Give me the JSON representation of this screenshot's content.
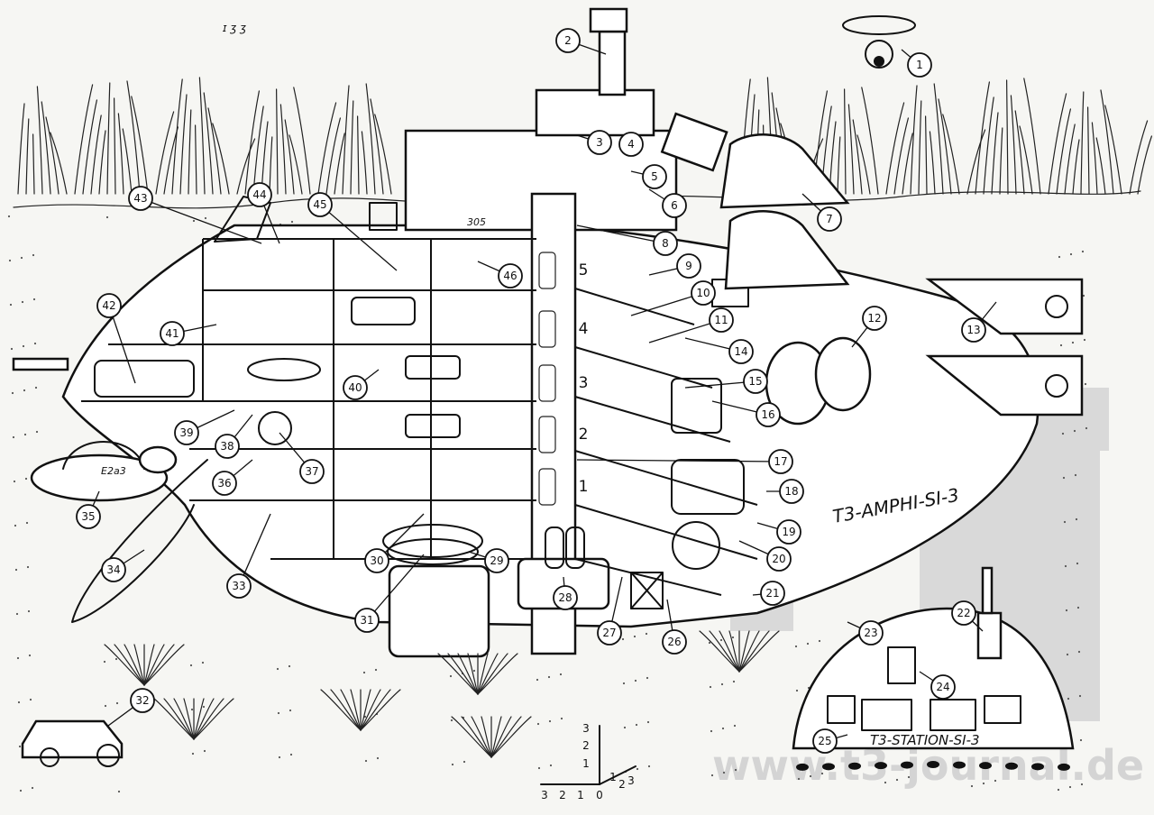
{
  "hull_labels": {
    "main_vessel": "T3-AMPHI-SI-3",
    "station": "T3-STATION-SI-3",
    "rocket_label": "305",
    "pod_label": "E2a3",
    "scribble_top": "ɪ ʒ ʒ"
  },
  "deck_numbers": [
    "5",
    "4",
    "3",
    "2",
    "1"
  ],
  "scale": {
    "vertical_ticks": [
      "3",
      "2",
      "1",
      "0"
    ],
    "left_ticks": [
      "3",
      "2",
      "1"
    ],
    "right_ticks": [
      "1",
      "2",
      "3"
    ]
  },
  "watermark": {
    "url_text": "www.t3-journal.de"
  },
  "callouts": [
    "1",
    "2",
    "3",
    "4",
    "5",
    "6",
    "7",
    "8",
    "9",
    "10",
    "11",
    "12",
    "13",
    "14",
    "15",
    "16",
    "17",
    "18",
    "19",
    "20",
    "21",
    "22",
    "23",
    "24",
    "25",
    "26",
    "27",
    "28",
    "29",
    "30",
    "31",
    "32",
    "33",
    "34",
    "35",
    "36",
    "37",
    "38",
    "39",
    "40",
    "41",
    "42",
    "43",
    "44",
    "45",
    "46"
  ],
  "colors": {
    "ink": "#111111",
    "paper": "#f6f6f3",
    "watermark": "#d4d4d4"
  }
}
